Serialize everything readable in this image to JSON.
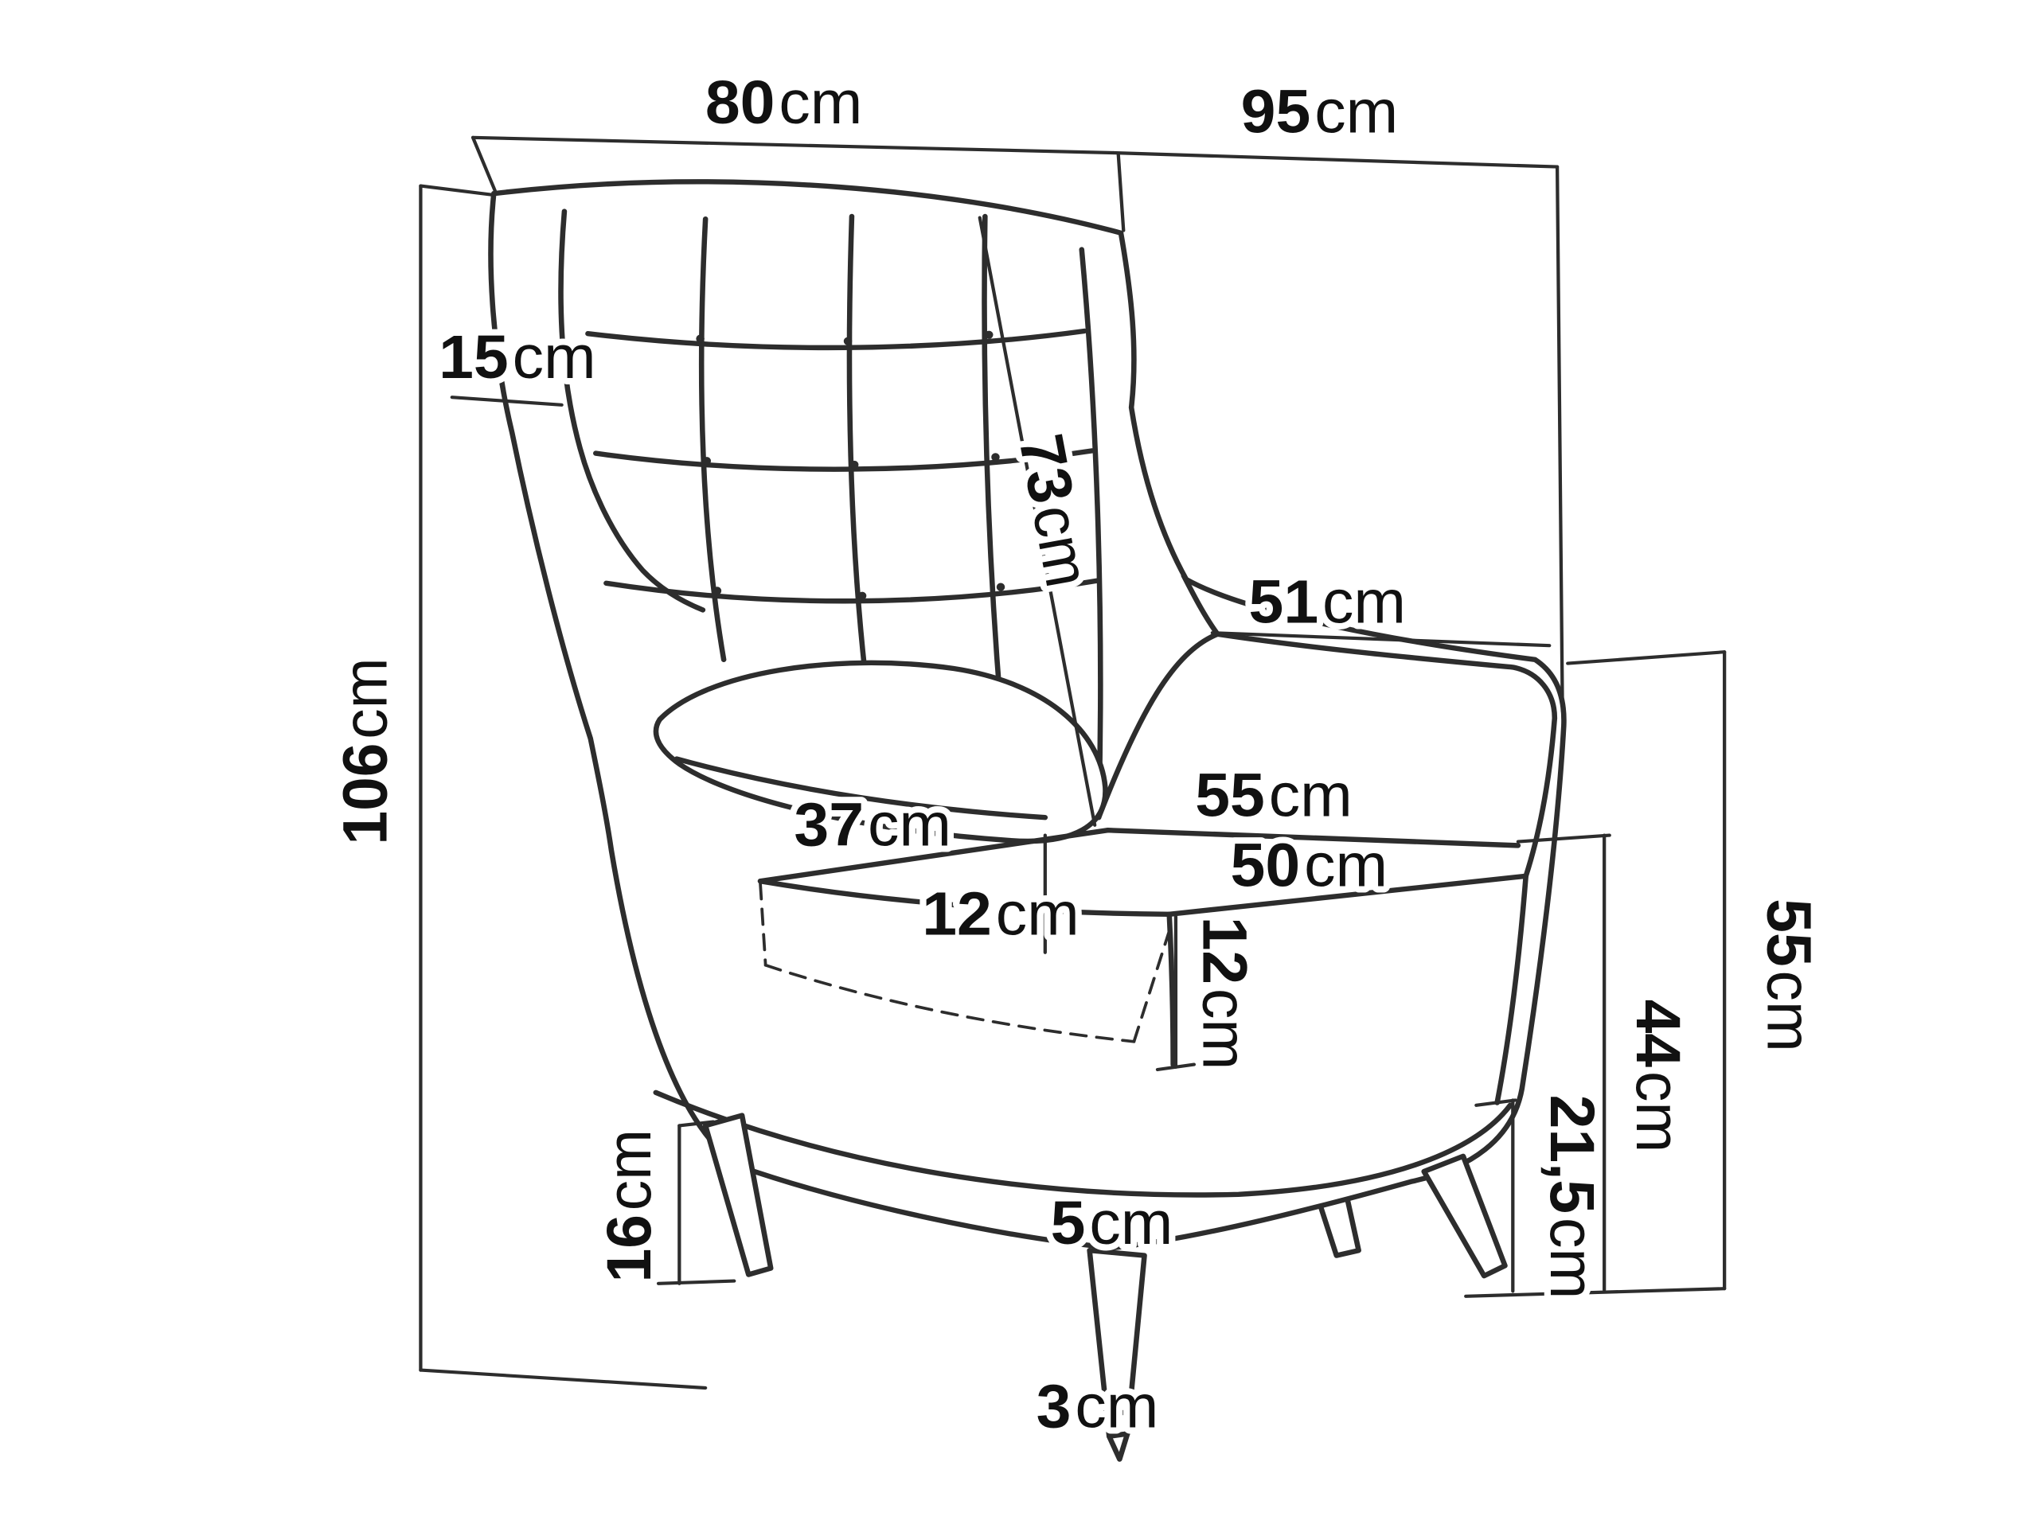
{
  "canvas": {
    "background": "#ffffff",
    "line_color": "#2d2d2d",
    "text_color": "#111111"
  },
  "diagram": {
    "subject": "Wingback armchair technical dimension drawing",
    "unit": "cm",
    "labels": {
      "d80": {
        "value": "80",
        "unit": "cm"
      },
      "d95": {
        "value": "95",
        "unit": "cm"
      },
      "d15": {
        "value": "15",
        "unit": "cm"
      },
      "d73": {
        "value": "73",
        "unit": "cm"
      },
      "d106": {
        "value": "106",
        "unit": "cm"
      },
      "d51": {
        "value": "51",
        "unit": "cm"
      },
      "d55_seat": {
        "value": "55",
        "unit": "cm"
      },
      "d50": {
        "value": "50",
        "unit": "cm"
      },
      "d37": {
        "value": "37",
        "unit": "cm"
      },
      "d12_left": {
        "value": "12",
        "unit": "cm"
      },
      "d12_front": {
        "value": "12",
        "unit": "cm"
      },
      "d44": {
        "value": "44",
        "unit": "cm"
      },
      "d55_side": {
        "value": "55",
        "unit": "cm"
      },
      "d21_5": {
        "value": "21,5",
        "unit": "cm"
      },
      "d16": {
        "value": "16",
        "unit": "cm"
      },
      "d5": {
        "value": "5",
        "unit": "cm"
      },
      "d3": {
        "value": "3",
        "unit": "cm"
      }
    }
  }
}
